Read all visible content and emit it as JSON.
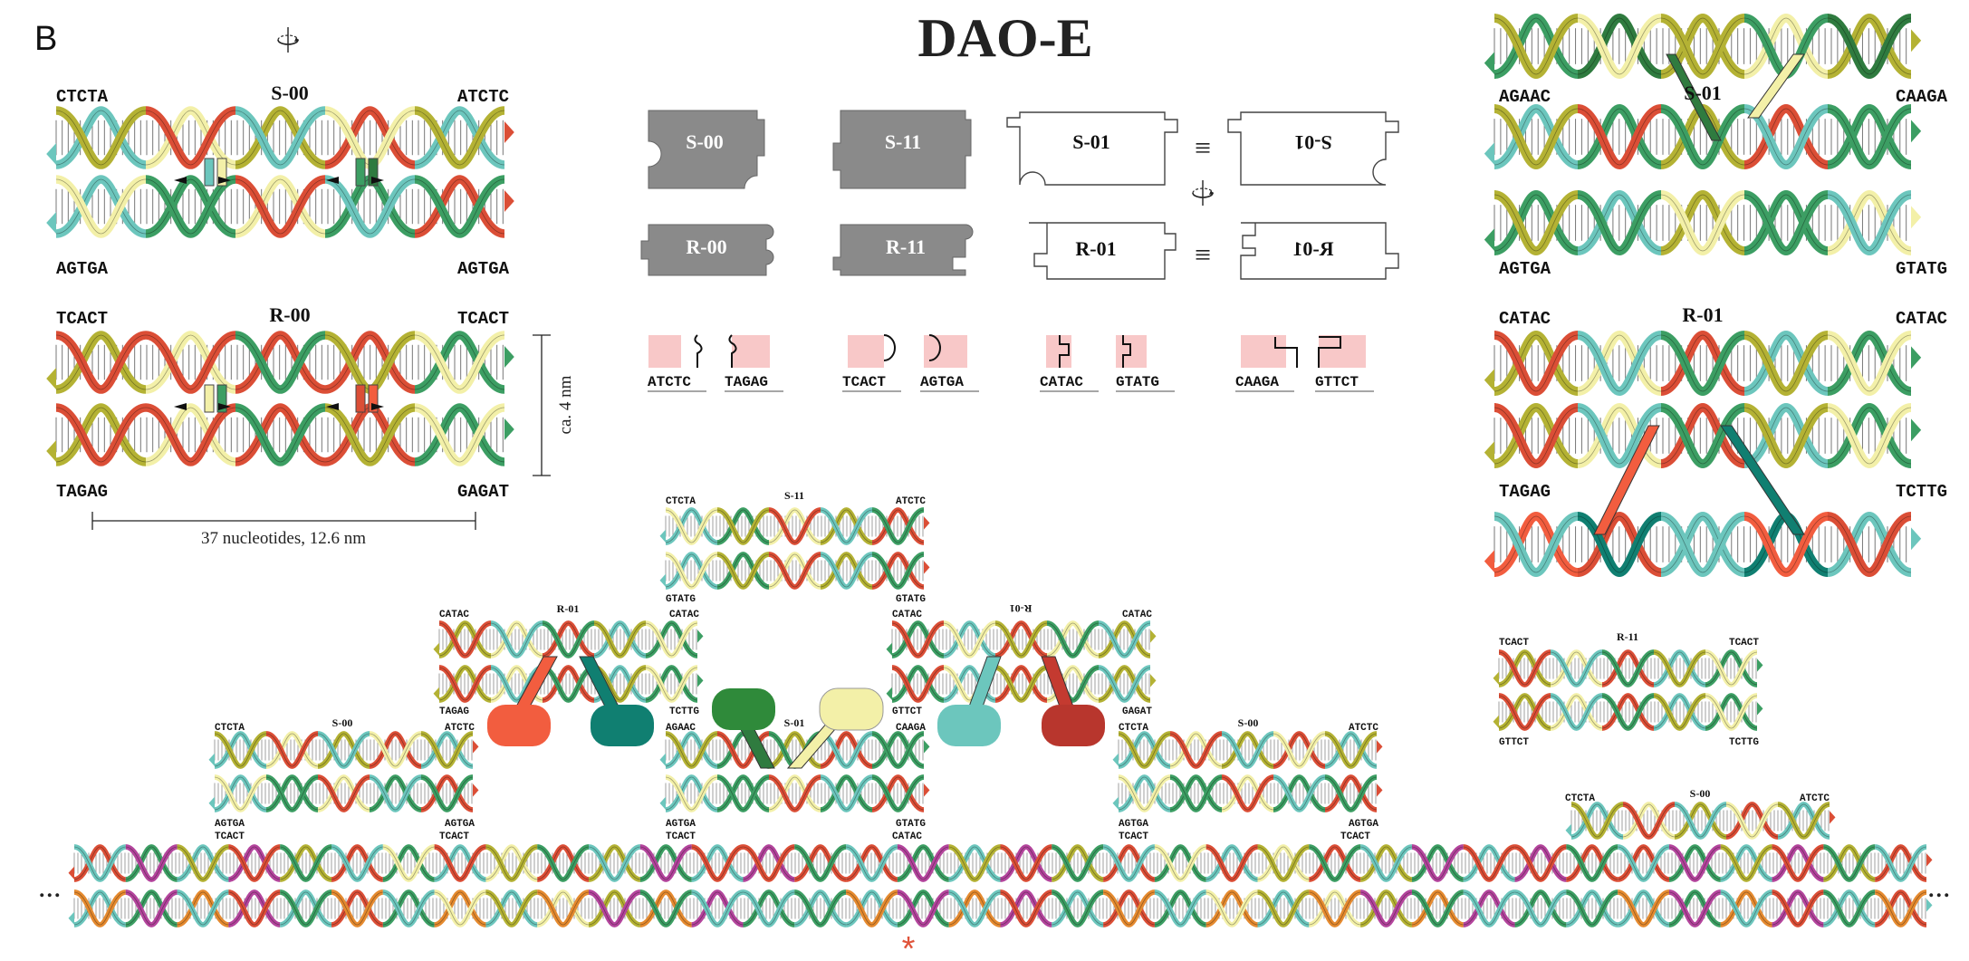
{
  "panel_letter": "B",
  "title": "DAO-E",
  "scale": {
    "height": "ca. 4 nm",
    "length": "37 nucleotides, 12.6 nm"
  },
  "ellipsis": "...",
  "asterisk": "*",
  "colors": {
    "teal": "#6cc6bd",
    "cream": "#f3f0a8",
    "green": "#3c9e63",
    "olive": "#b4b234",
    "red": "#db4e36",
    "darkteal": "#107f71",
    "darkgreen": "#2f7b3f",
    "salmon": "#f25d3f",
    "magenta": "#b3449c",
    "orange": "#e58a2f",
    "tile_gray": "#8a8a8a",
    "pink": "#f8c8c8"
  },
  "molecules": {
    "s00": {
      "label": "S-00",
      "tl": "CTCTA",
      "tr": "ATCTC",
      "bl": "AGTGA",
      "br": "AGTGA"
    },
    "r00": {
      "label": "R-00",
      "tl": "TCACT",
      "tr": "TCACT",
      "bl": "TAGAG",
      "br": "GAGAT"
    },
    "s01": {
      "label": "S-01",
      "tl": "AGAAC",
      "tr": "CAAGA",
      "bl": "AGTGA",
      "br": "GTATG"
    },
    "r01": {
      "label": "R-01",
      "tl": "CATAC",
      "tr": "CATAC",
      "bl": "TAGAG",
      "br": "TCTTG"
    }
  },
  "tiles": {
    "s00": "S-00",
    "s11": "S-11",
    "s01": "S-01",
    "s01_mirror": "S-01",
    "r00": "R-00",
    "r11": "R-11",
    "r01": "R-01",
    "r01_mirror": "R-01",
    "equiv": "≡"
  },
  "sticky_ends": [
    "ATCTC",
    "TAGAG",
    "TCACT",
    "AGTGA",
    "CATAC",
    "GTATG",
    "CAAGA",
    "GTTCT"
  ],
  "lattice": {
    "s11": {
      "label": "S-11",
      "tl": "CTCTA",
      "tr": "ATCTC",
      "bl": "GTATG",
      "br": "GTATG"
    },
    "r01": {
      "label": "R-01",
      "tl": "CATAC",
      "tr": "CATAC",
      "bl": "TAGAG",
      "br": "TCTTG"
    },
    "r01m": {
      "label": "R-01",
      "tl": "CATAC",
      "tr": "CATAC",
      "bl": "GTTCT",
      "br": "GAGAT"
    },
    "s00a": {
      "label": "S-00",
      "tl": "CTCTA",
      "tr": "ATCTC",
      "bl": "AGTGA",
      "br": "AGTGA"
    },
    "s01c": {
      "label": "S-01",
      "tl": "AGAAC",
      "tr": "CAAGA",
      "bl": "AGTGA",
      "br": "GTATG"
    },
    "s00b": {
      "label": "S-00",
      "tl": "CTCTA",
      "tr": "ATCTC",
      "bl": "AGTGA",
      "br": "AGTGA"
    },
    "r11": {
      "label": "R-11",
      "tl": "TCACT",
      "tr": "TCACT",
      "bl": "GTTCT",
      "br": "TCTTG"
    },
    "s00c": {
      "label": "S-00",
      "tl": "CTCTA",
      "tr": "ATCTC"
    },
    "mid_labels": [
      "TCACT",
      "TCACT",
      "TCACT",
      "CATAC",
      "TCACT",
      "TCACT"
    ]
  }
}
